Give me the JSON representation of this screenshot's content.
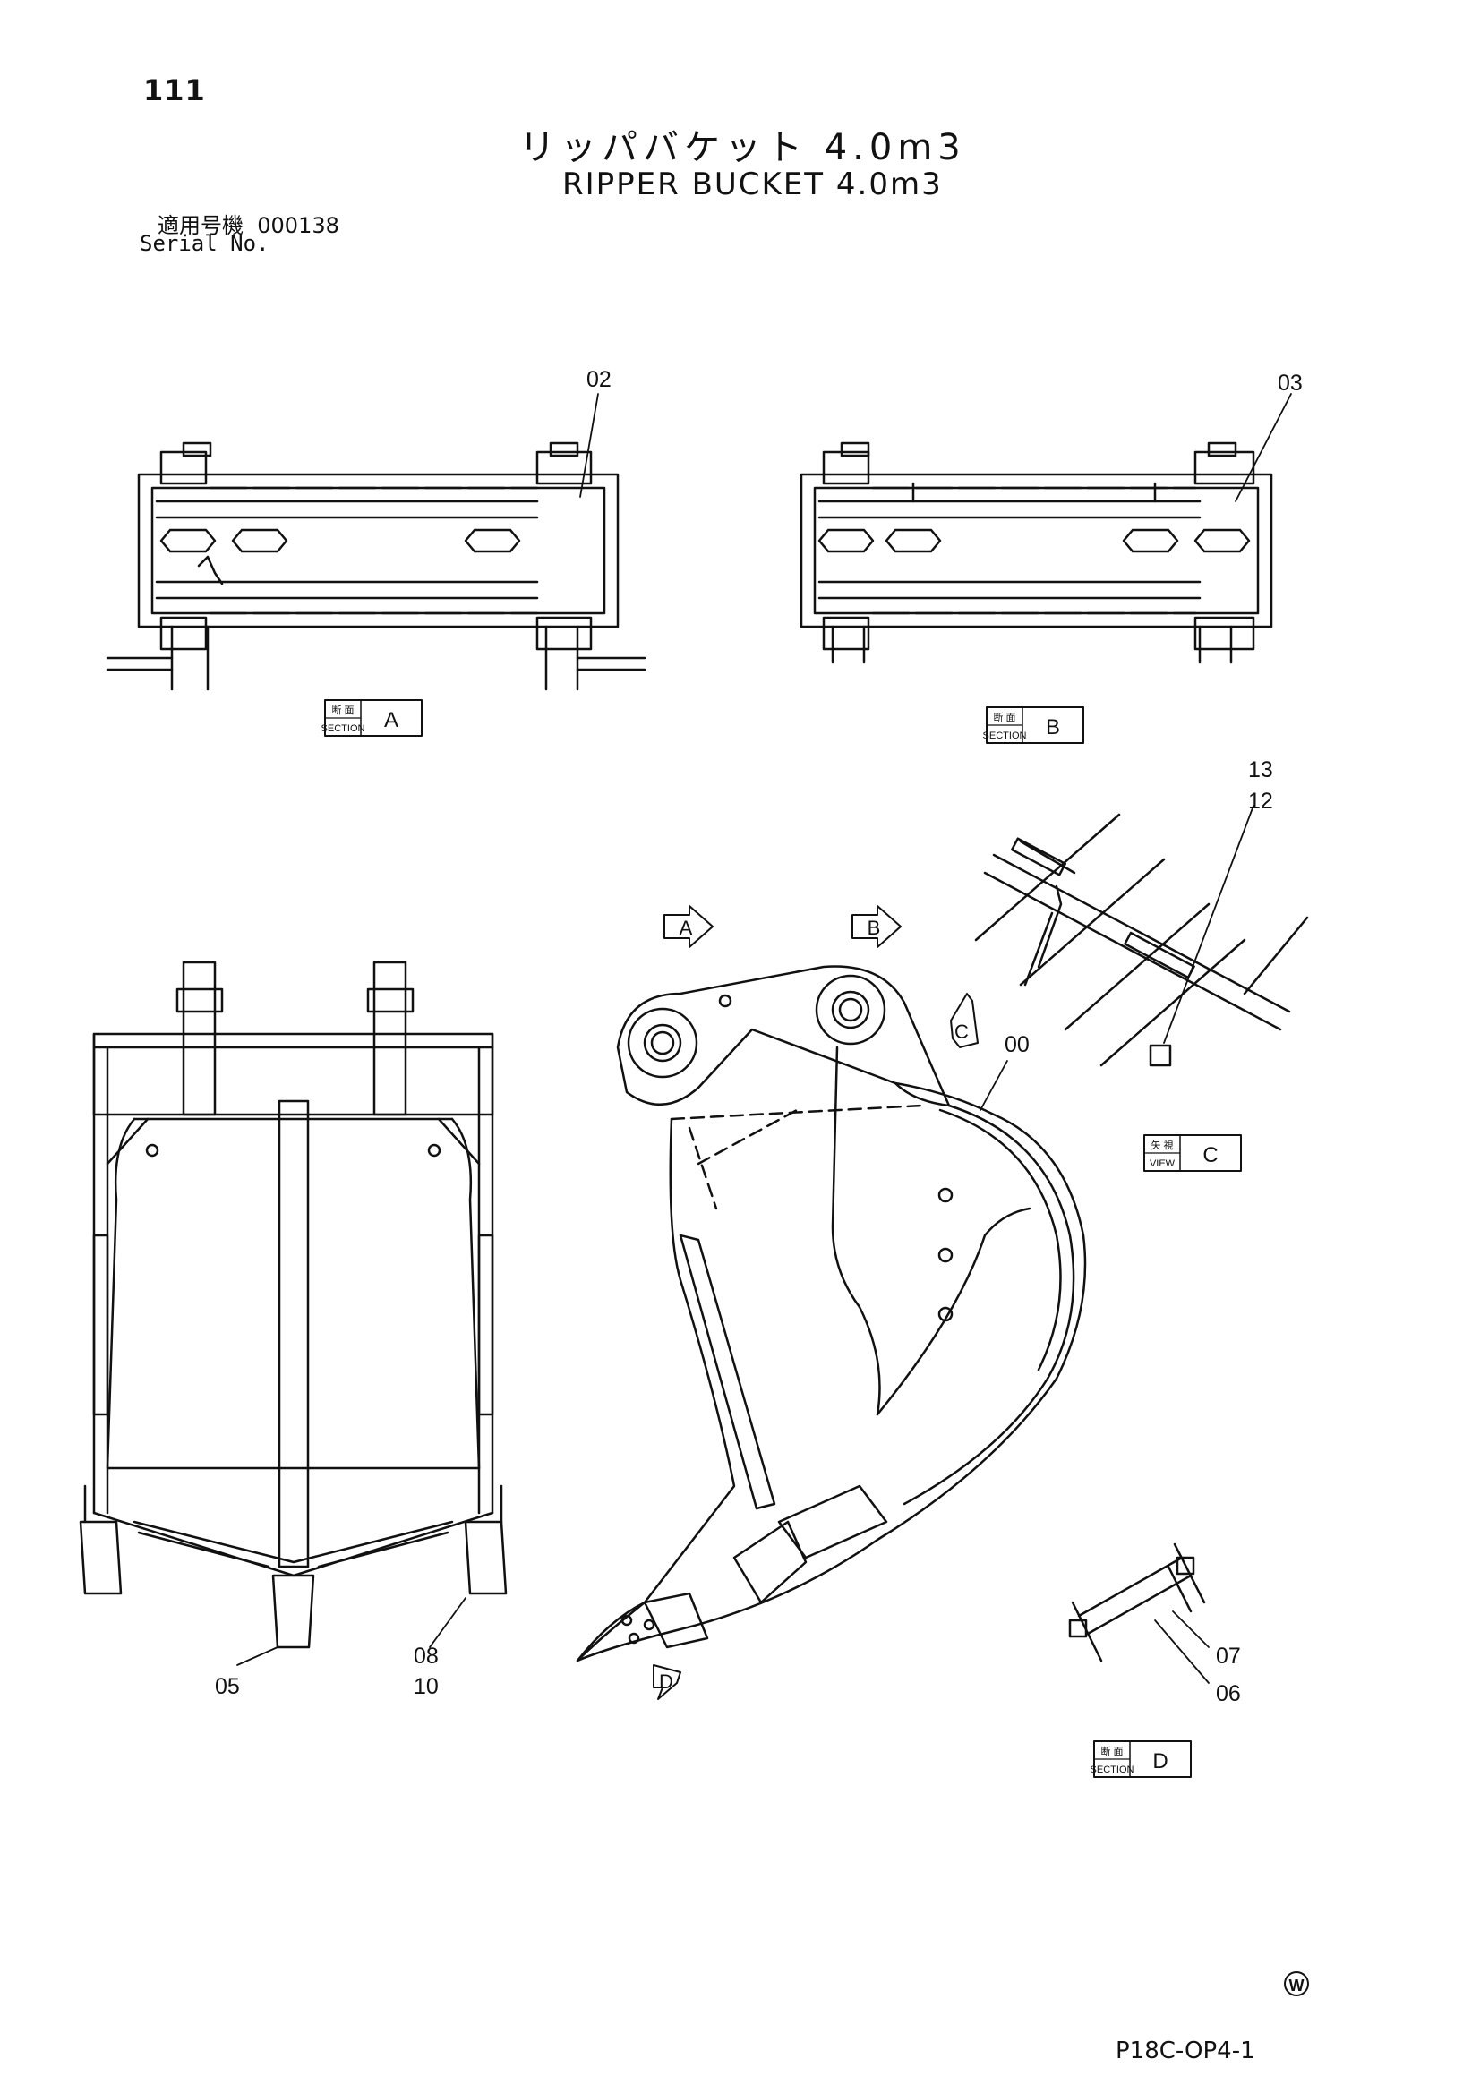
{
  "page_number": "111",
  "title_jp": "リッパバケット 4.0m3",
  "title_en": "RIPPER BUCKET 4.0m3",
  "serial": {
    "label_jp": "適用号機",
    "number": "000138",
    "label_en": "Serial No."
  },
  "section_boxes": [
    {
      "jp": "断 面",
      "en": "SECTION",
      "letter": "A"
    },
    {
      "jp": "断 面",
      "en": "SECTION",
      "letter": "B"
    },
    {
      "jp": "矢 視",
      "en": "VIEW",
      "letter": "C"
    },
    {
      "jp": "断 面",
      "en": "SECTION",
      "letter": "D"
    }
  ],
  "view_arrows": [
    "A",
    "B",
    "C",
    "D"
  ],
  "part_numbers": [
    "02",
    "03",
    "13",
    "12",
    "00",
    "08",
    "10",
    "05",
    "07",
    "06"
  ],
  "circled_mark": "W",
  "doc_code": "P18C-OP4-1"
}
